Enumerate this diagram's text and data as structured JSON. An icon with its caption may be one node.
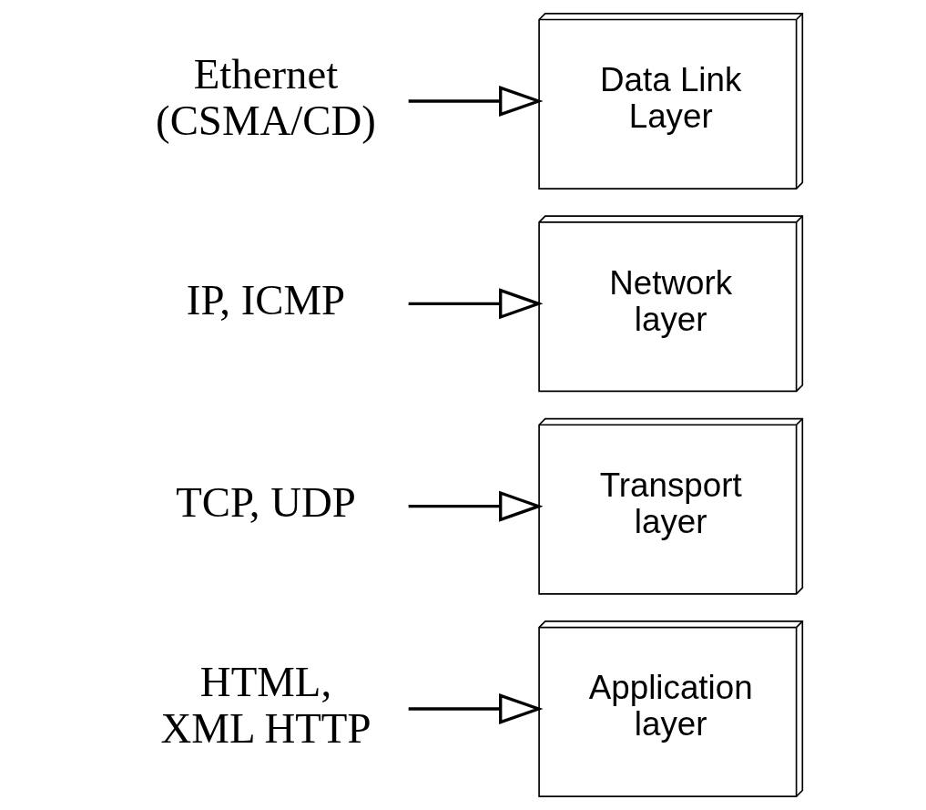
{
  "diagram": {
    "nodes": [
      {
        "text": [
          "HTML, XML HTTP"
        ]
      },
      {
        "text": [
          "TCP, UDP"
        ]
      },
      {
        "text": [
          "IP, ICMP"
        ]
      },
      {
        "text": [
          "Ethernet (CSMA/CD)"
        ]
      },
      {
        "text": [
          "Application layer"
        ]
      },
      {
        "text": [
          "Transport layer"
        ]
      },
      {
        "text": [
          "Network layer"
        ]
      },
      {
        "text": [
          "Data Link Layer"
        ]
      }
    ],
    "edges": [
      {
        "from": 0,
        "to": 4,
        "arrow": "to"
      },
      {
        "from": 1,
        "to": 5,
        "arrow": "to"
      },
      {
        "from": 2,
        "to": 6,
        "arrow": "to"
      },
      {
        "from": 3,
        "to": 7,
        "arrow": "to"
      }
    ]
  }
}
